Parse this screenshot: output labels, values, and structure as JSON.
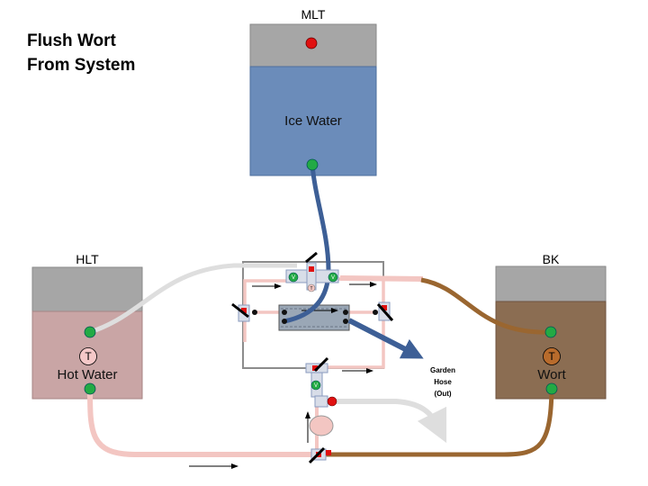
{
  "title": {
    "line1": "Flush Wort",
    "line2": "From System"
  },
  "tanks": {
    "mlt": {
      "name": "MLT",
      "content": "Ice Water",
      "content_color": "#6b8cba"
    },
    "hlt": {
      "name": "HLT",
      "content": "Hot Water",
      "content_color": "#c9a5a5"
    },
    "bk": {
      "name": "BK",
      "content": "Wort",
      "content_color": "#8b6d52"
    }
  },
  "sensors": {
    "hlt_temp": "T",
    "bk_temp": "T"
  },
  "valve_letter": "V",
  "valve_letter_small": "T",
  "garden_hose": {
    "line1": "Garden",
    "line2": "Hose",
    "line3": "(Out)"
  },
  "colors": {
    "cold_line": "#3d5f96",
    "hot_line": "#f3c6c2",
    "wort_line": "#9a6630",
    "vapor_line": "#dedede",
    "valve_open": "#22aa44",
    "valve_closed": "#e01010",
    "tank_top": "#a6a6a6"
  }
}
